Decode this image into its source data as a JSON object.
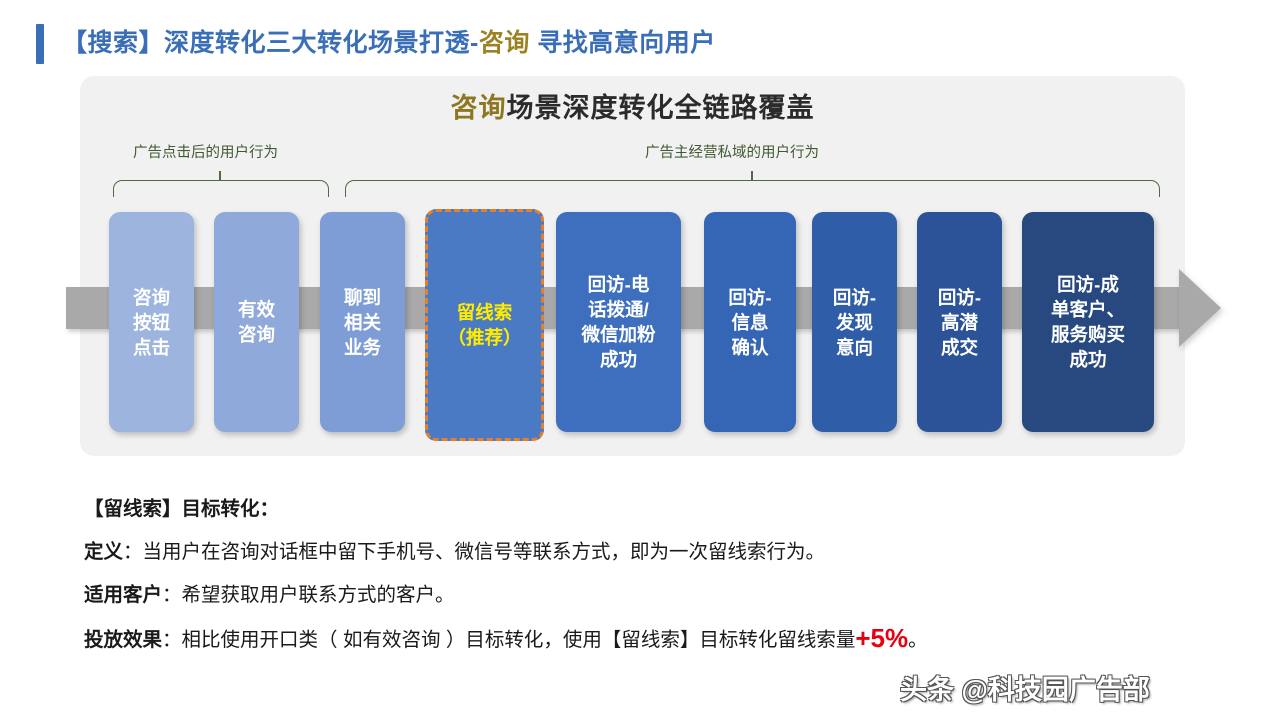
{
  "title": {
    "prefix": "【搜索】深度转化三大转化场景打透-",
    "highlight": "咨询",
    "suffix": " 寻找高意向用户",
    "accent_color": "#3a6fb7",
    "highlight_color": "#9c8224"
  },
  "card": {
    "heading_highlight": "咨询",
    "heading_rest": "场景深度转化全链路覆盖",
    "groups": [
      {
        "label": "广告点击后的用户行为"
      },
      {
        "label": "广告主经营私域的用户行为"
      }
    ],
    "stages": [
      {
        "label": "咨询\n按钮\n点击",
        "color": "#9cb4de"
      },
      {
        "label": "有效\n咨询",
        "color": "#8fa9da"
      },
      {
        "label": "聊到\n相关\n业务",
        "color": "#7e9dd6"
      },
      {
        "label": "留线索\n（推荐）",
        "color": "#4a7ac4",
        "highlight": true,
        "border_color": "#e3802c",
        "text_color": "#ffec00"
      },
      {
        "label": "回访-电\n话拨通/\n微信加粉\n成功",
        "color": "#3d6fbe"
      },
      {
        "label": "回访-\n信息\n确认",
        "color": "#3566b6"
      },
      {
        "label": "回访-\n发现\n意向",
        "color": "#2f5da8"
      },
      {
        "label": "回访-\n高潜\n成交",
        "color": "#2c5397"
      },
      {
        "label": "回访-成\n单客户、\n服务购买\n成功",
        "color": "#27497f"
      }
    ],
    "arrow_color": "#a9a9a9"
  },
  "notes": [
    {
      "head": "【留线索】目标转化",
      "sep": "：",
      "body": ""
    },
    {
      "head": "定义",
      "sep": "：",
      "body": "当用户在咨询对话框中留下手机号、微信号等联系方式，即为一次留线索行为。"
    },
    {
      "head": "适用客户",
      "sep": "：",
      "body": "希望获取用户联系方式的客户。"
    },
    {
      "head": "投放效果",
      "sep": "：",
      "body": "相比使用开口类（ 如有效咨询 ）目标转化，使用【留线索】目标转化留线索量",
      "emphasis": "+5%",
      "tail": "。",
      "emphasis_color": "#e60012"
    }
  ],
  "watermark": "头条 @科技园广告部"
}
